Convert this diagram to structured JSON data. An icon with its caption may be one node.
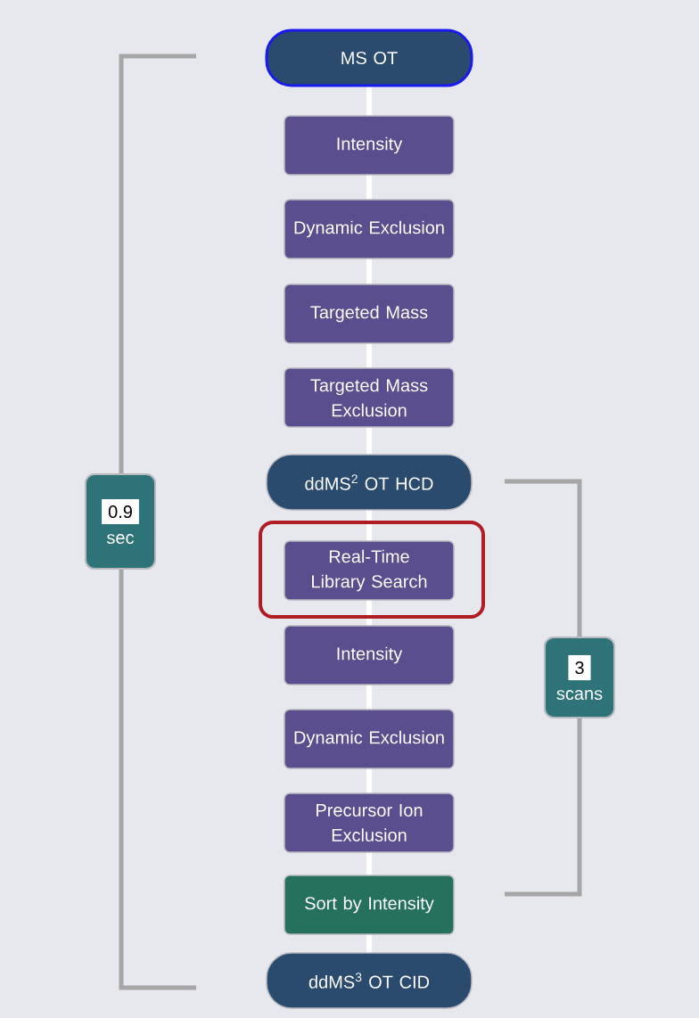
{
  "diagram": {
    "nodes": [
      {
        "text": [
          "MS OT"
        ]
      },
      {
        "text": [
          "Intensity"
        ]
      },
      {
        "text": [
          "Dynamic Exclusion"
        ]
      },
      {
        "text": [
          "Targeted Mass"
        ]
      },
      {
        "text": [
          "Targeted Mass Exclusion"
        ]
      },
      {
        "text": [
          "ddMS$^{2}$ OT HCD"
        ]
      },
      {
        "text": [],
        "shape": "box"
      },
      {
        "text": [
          "Real-Time Library Search"
        ],
        "in": 6
      },
      {
        "text": [
          "Intensity"
        ]
      },
      {
        "text": [
          "Dynamic Exclusion"
        ]
      },
      {
        "text": [
          "Precursor Ion Exclusion"
        ]
      },
      {
        "text": [
          "Sort by Intensity"
        ]
      },
      {
        "text": [
          "ddMS$^{3}$ OT CID"
        ]
      },
      {
        "text": [
          "0.9",
          "sec"
        ]
      },
      {
        "text": [
          "3",
          "scans"
        ]
      }
    ],
    "edges": [
      {
        "from": 0,
        "to": 1,
        "arrow": "none"
      },
      {
        "from": 1,
        "to": 2,
        "arrow": "none"
      },
      {
        "from": 2,
        "to": 3,
        "arrow": "none"
      },
      {
        "from": 3,
        "to": 4,
        "arrow": "none"
      },
      {
        "from": 4,
        "to": 5,
        "arrow": "none"
      },
      {
        "from": 5,
        "to": 7,
        "arrow": "none"
      },
      {
        "from": 7,
        "to": 8,
        "arrow": "none"
      },
      {
        "from": 8,
        "to": 9,
        "arrow": "none"
      },
      {
        "from": 9,
        "to": 10,
        "arrow": "none"
      },
      {
        "from": 10,
        "to": 11,
        "arrow": "none"
      },
      {
        "from": 11,
        "to": 12,
        "arrow": "none"
      }
    ]
  }
}
